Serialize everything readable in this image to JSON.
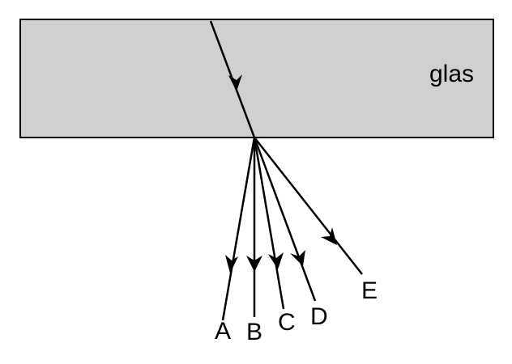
{
  "diagram": {
    "medium_label": "glas",
    "ray_labels": [
      "A",
      "B",
      "C",
      "D",
      "E"
    ],
    "colors": {
      "glass_fill": "#d0d0d0",
      "stroke": "#000000",
      "background": "#ffffff"
    }
  }
}
